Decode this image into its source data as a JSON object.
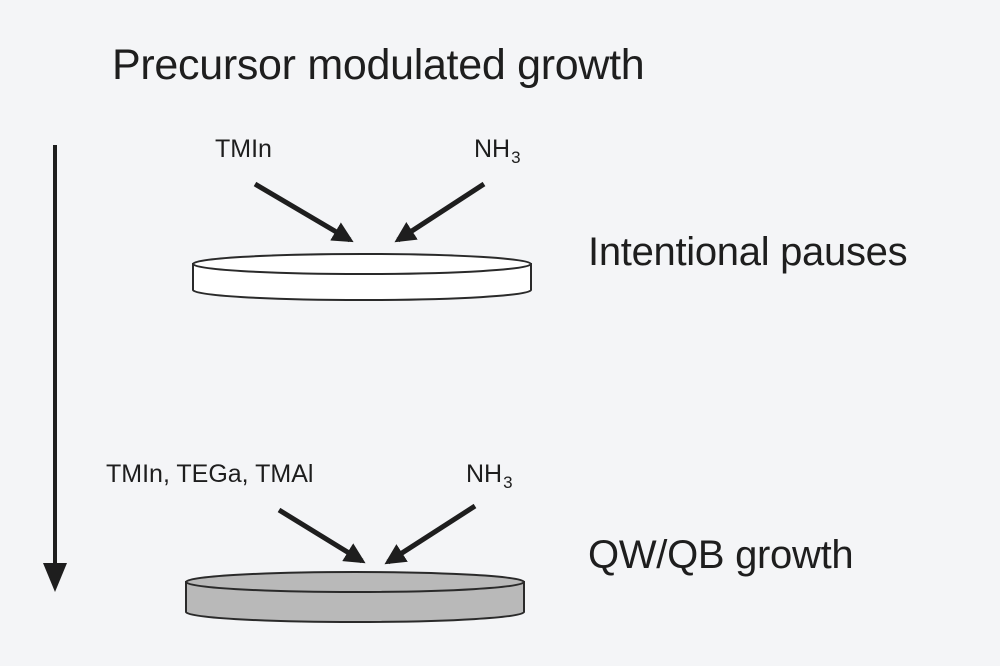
{
  "diagram": {
    "title": "Precursor modulated growth",
    "step1": {
      "left_precursor": "TMIn",
      "right_precursor": {
        "main": "NH",
        "subscript": "3"
      },
      "label": "Intentional pauses",
      "wafer_fill": "#ffffff"
    },
    "step2": {
      "left_precursor": "TMIn, TEGa, TMAl",
      "right_precursor": {
        "main": "NH",
        "subscript": "3"
      },
      "label": "QW/QB growth",
      "wafer_fill": "#b9b9b9"
    },
    "colors": {
      "background": "#f4f5f7",
      "ink": "#1e1e1e"
    }
  }
}
